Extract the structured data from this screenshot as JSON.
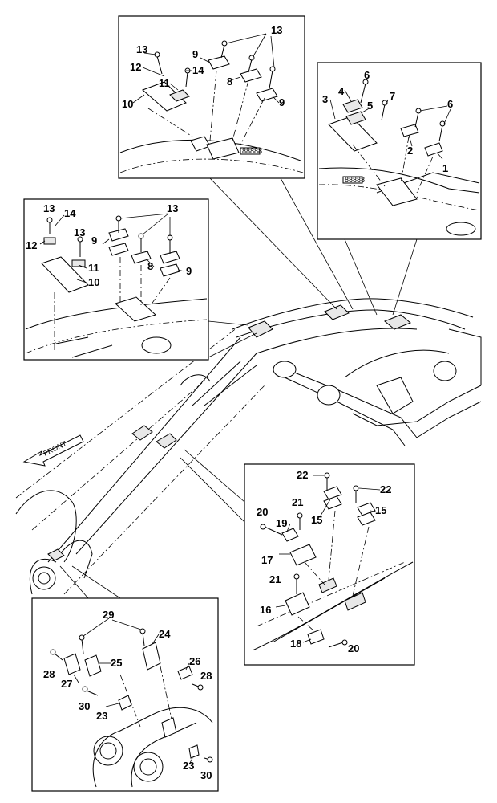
{
  "diagram": {
    "front_label": "FRONT",
    "callouts": {
      "n1": "1",
      "n2": "2",
      "n3": "3",
      "n4": "4",
      "n5": "5",
      "n6": "6",
      "n7": "7",
      "n8": "8",
      "n9": "9",
      "n10": "10",
      "n11": "11",
      "n12": "12",
      "n13": "13",
      "n14": "14",
      "n15": "15",
      "n16": "16",
      "n17": "17",
      "n18": "18",
      "n19": "19",
      "n20": "20",
      "n21": "21",
      "n22": "22",
      "n23": "23",
      "n24": "24",
      "n25": "25",
      "n26": "26",
      "n27": "27",
      "n28": "28",
      "n29": "29",
      "n30": "30"
    },
    "nameplate_text": "88888"
  }
}
